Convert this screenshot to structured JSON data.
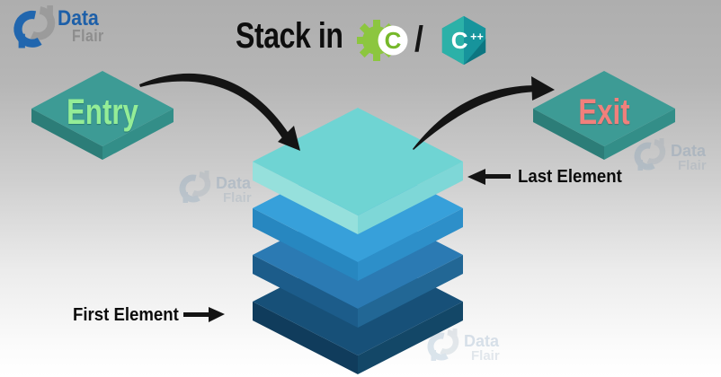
{
  "brand": {
    "name_primary": "Data",
    "name_secondary": "Flair"
  },
  "header_title": {
    "text": "Stack in",
    "separator": "/",
    "c_badge": "C",
    "cpp_badge_c": "C",
    "cpp_badge_pp": "++"
  },
  "labels": {
    "entry": "Entry",
    "exit": "Exit",
    "last_element": "Last Element",
    "first_element": "First Element"
  },
  "colors": {
    "entry_text": "#94ed97",
    "exit_text": "#f1807c",
    "arrow": "#141414",
    "platform": {
      "top": "#3d9b95",
      "left": "#2c7d78",
      "right": "#338e88"
    },
    "stack_layers": [
      {
        "top": "#6fd4d3",
        "left": "#96e0dc",
        "right": "#7ed7d7"
      },
      {
        "top": "#37a0da",
        "left": "#2787c0",
        "right": "#2d8fc9"
      },
      {
        "top": "#2b7ab3",
        "left": "#1c5c8a",
        "right": "#226795"
      },
      {
        "top": "#175078",
        "left": "#103c5c",
        "right": "#134767"
      }
    ],
    "c_badge_green": "#8cc63f",
    "cpp_badge_teal": "#17949c",
    "brand_blue": "#1d5fa8",
    "brand_gray": "#8d8d8d",
    "watermark": "#4d7fa8"
  },
  "watermark": {
    "name_primary": "Data",
    "name_secondary": "Flair"
  }
}
